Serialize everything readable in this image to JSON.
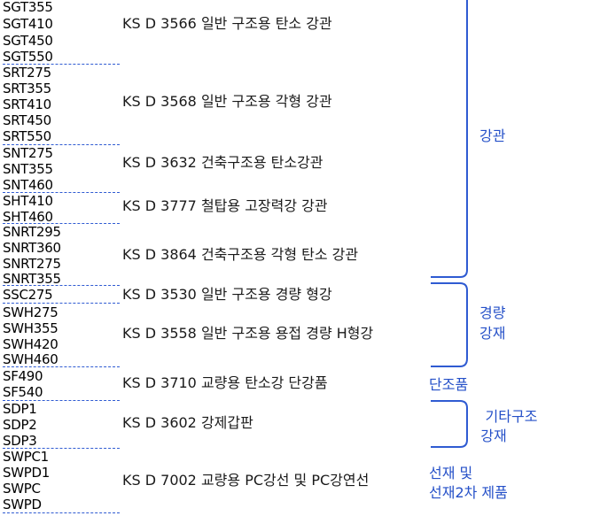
{
  "groups": [
    {
      "grades": [
        "SGT355",
        "SGT410",
        "SGT450",
        "SGT550"
      ],
      "standard": "KS D 3566 일반 구조용 탄소 강관"
    },
    {
      "grades": [
        "SRT275",
        "SRT355",
        "SRT410",
        "SRT450",
        "SRT550"
      ],
      "standard": "KS D 3568 일반 구조용 각형 강관"
    },
    {
      "grades": [
        "SNT275",
        "SNT355",
        "SNT460"
      ],
      "standard": "KS D 3632 건축구조용 탄소강관"
    },
    {
      "grades": [
        "SHT410",
        "SHT460"
      ],
      "standard": "KS D 3777 철탑용 고장력강 강관"
    },
    {
      "grades": [
        "SNRT295",
        "SNRT360",
        "SNRT275",
        "SNRT355"
      ],
      "standard": "KS D 3864 건축구조용 각형 탄소 강관"
    },
    {
      "grades": [
        "SSC275"
      ],
      "standard": "KS D 3530 일반 구조용 경량 형강"
    },
    {
      "grades": [
        "SWH275",
        "SWH355",
        "SWH420",
        "SWH460"
      ],
      "standard": "KS D 3558 일반 구조용 용접 경량 H형강"
    },
    {
      "grades": [
        "SF490",
        "SF540"
      ],
      "standard": "KS D 3710 교량용 탄소강 단강품"
    },
    {
      "grades": [
        "SDP1",
        "SDP2",
        "SDP3"
      ],
      "standard": "KS D 3602 강제갑판"
    },
    {
      "grades": [
        "SWPC1",
        "SWPD1",
        "SWPC",
        "SWPD"
      ],
      "standard": "KS D 7002 교량용 PC강선 및 PC강연선"
    }
  ],
  "categories": {
    "steel_pipe": "강관",
    "light_section_1": "경량",
    "light_section_2": "강재",
    "forging": "단조품",
    "other_structural_1": "기타구조",
    "other_structural_2": "강재",
    "wire_1": "선재 및",
    "wire_2": "선재2차 제품"
  },
  "colors": {
    "accent": "#2f5bd2",
    "text": "#000000"
  }
}
